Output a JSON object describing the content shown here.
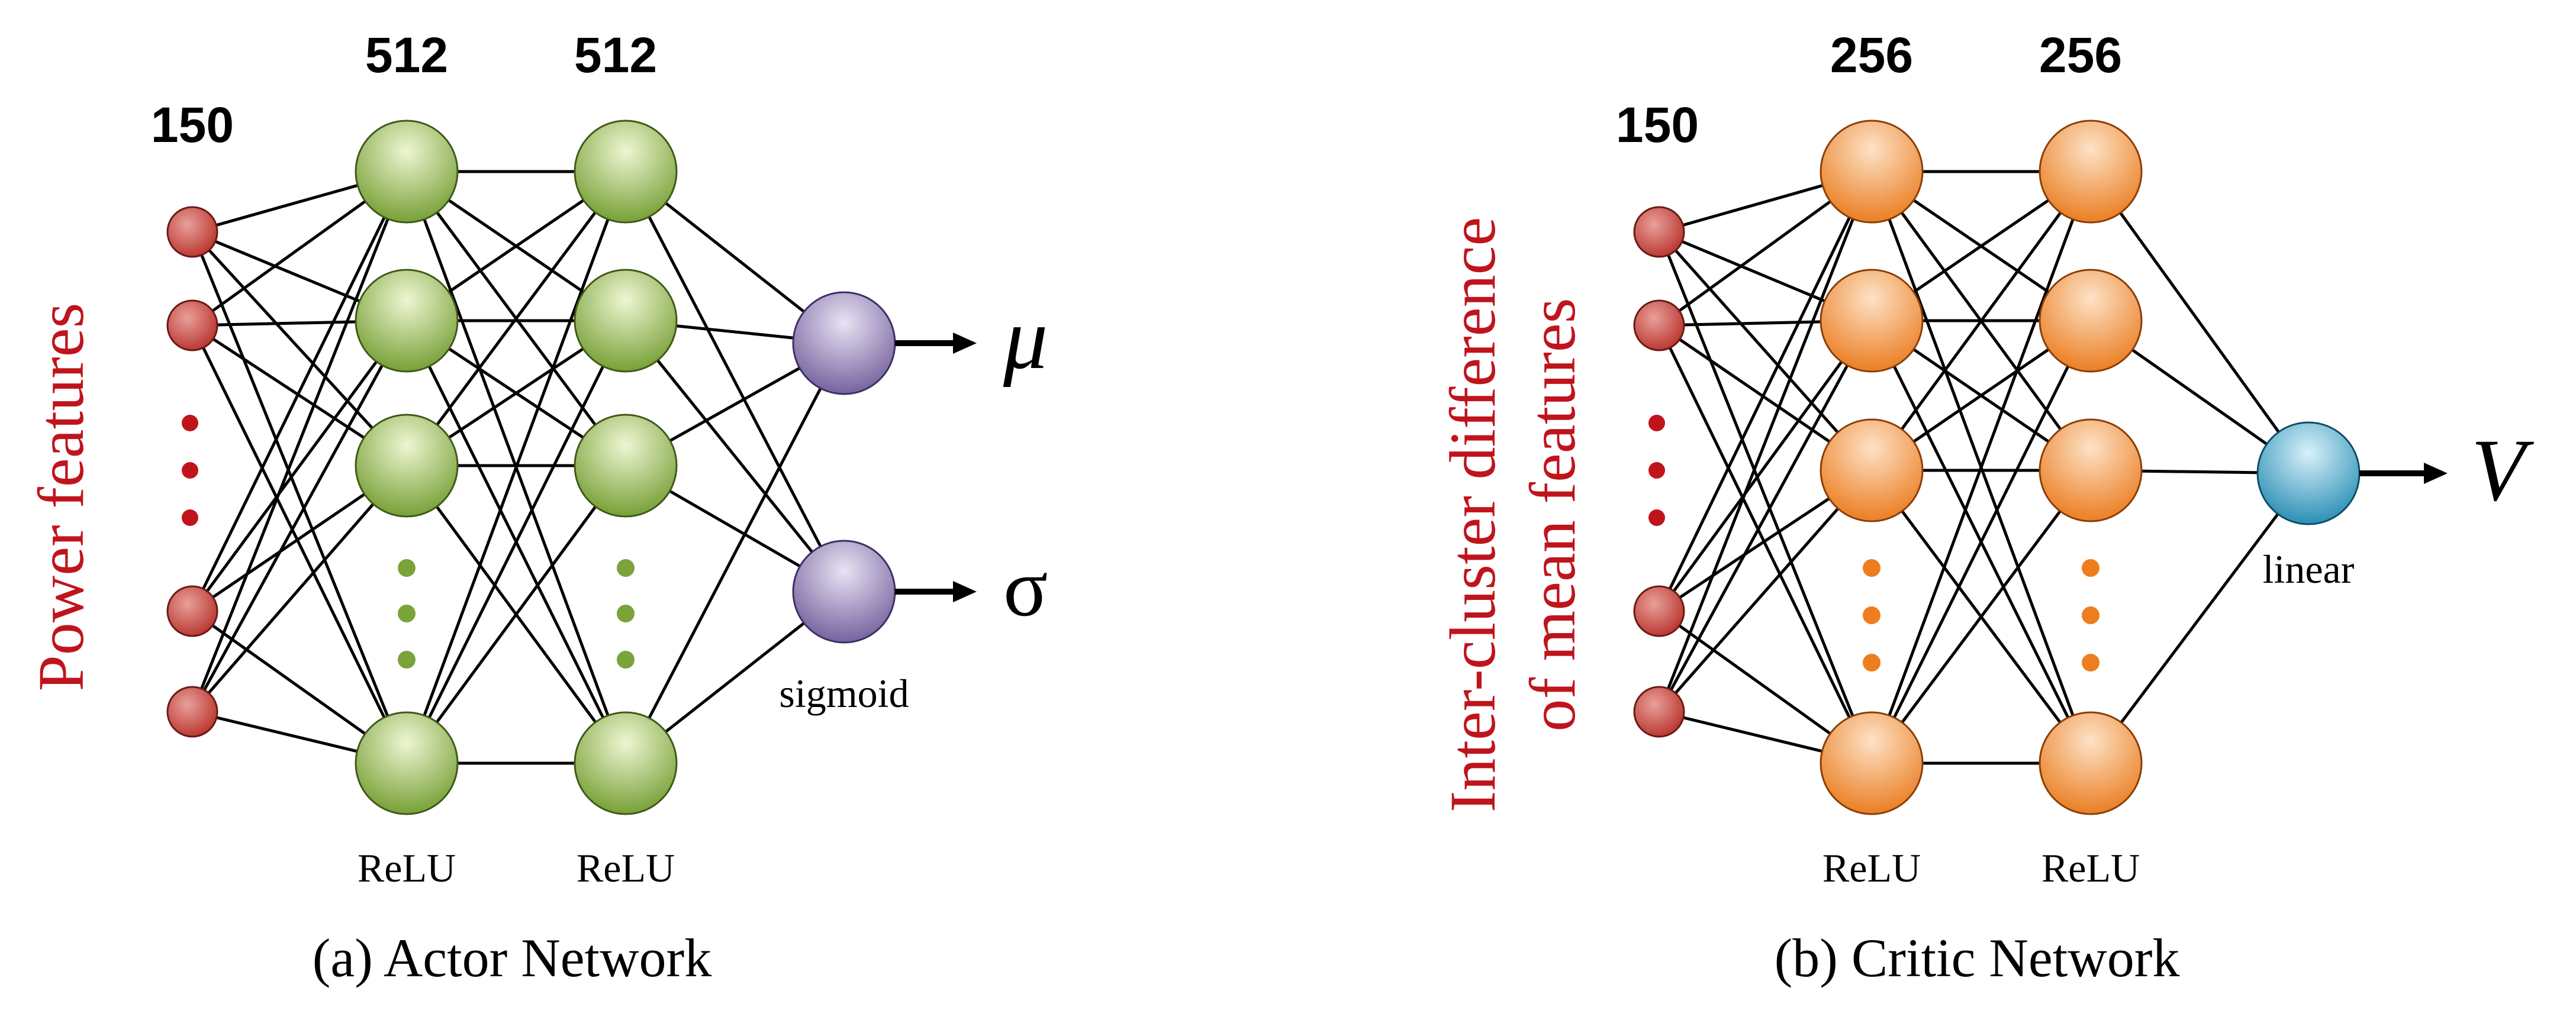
{
  "colors": {
    "input": "#c94a44",
    "actor_hidden": "#8db23e",
    "actor_output": "#9a88bc",
    "critic_hidden": "#f08a32",
    "critic_output": "#2f9fc6",
    "side_label": "#c0141c",
    "input_dots": "#c0141c",
    "actor_dots": "#7aa33a",
    "critic_dots": "#ee7d1e"
  },
  "actor": {
    "side_label": "Power features",
    "input_count": "150",
    "hidden1_count": "512",
    "hidden2_count": "512",
    "hidden1_activation": "ReLU",
    "hidden2_activation": "ReLU",
    "output_activation": "sigmoid",
    "outputs": [
      "μ",
      "σ"
    ],
    "caption": "(a) Actor Network"
  },
  "critic": {
    "side_label_line1": "Inter-cluster difference",
    "side_label_line2": "of mean features",
    "input_count": "150",
    "hidden1_count": "256",
    "hidden2_count": "256",
    "hidden1_activation": "ReLU",
    "hidden2_activation": "ReLU",
    "output_activation": "linear",
    "outputs": [
      "V"
    ],
    "caption": "(b) Critic Network"
  }
}
